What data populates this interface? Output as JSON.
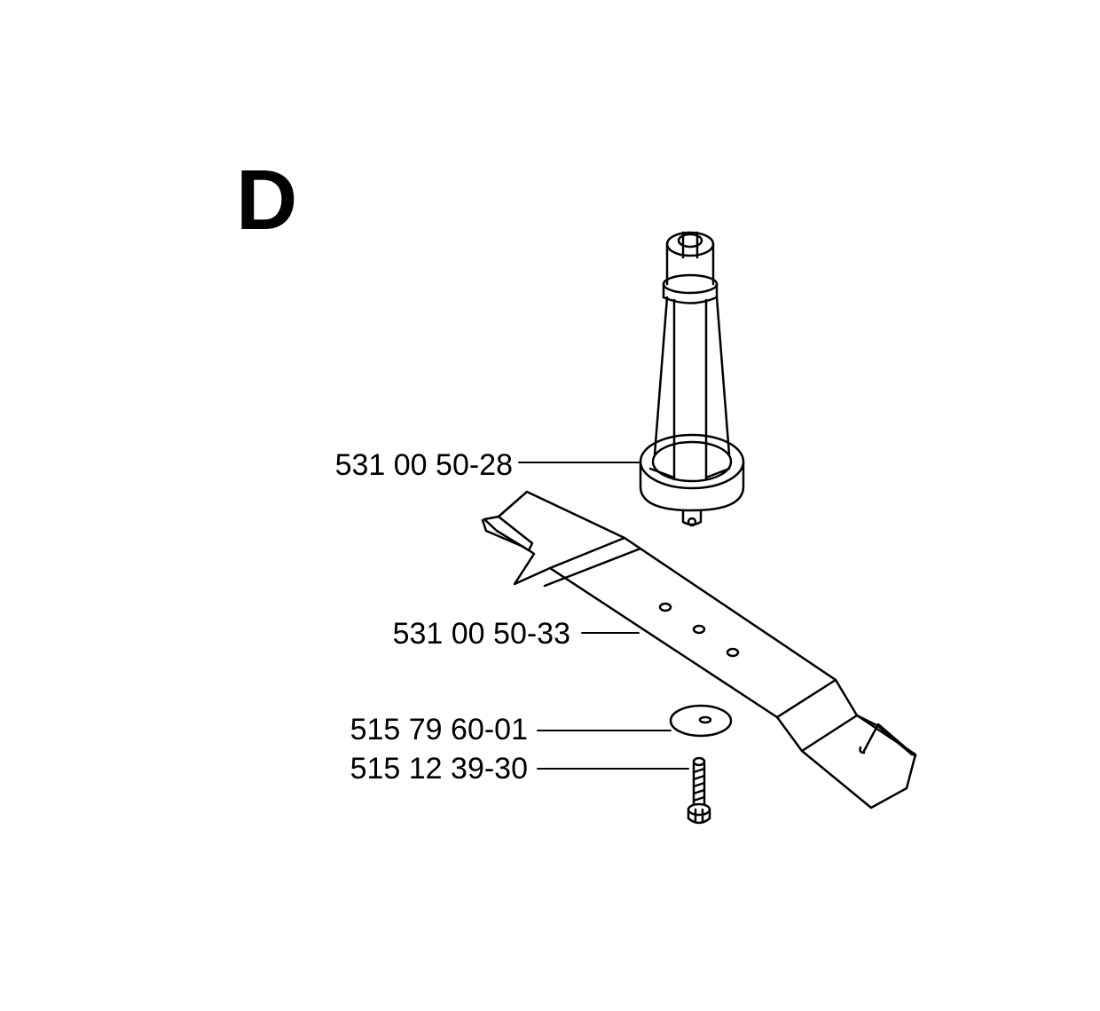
{
  "section": {
    "letter": "D"
  },
  "parts": [
    {
      "part_number": "531 00 50-28",
      "icon": "blade-adapter-hub-icon"
    },
    {
      "part_number": "531 00 50-33",
      "icon": "mower-blade-icon"
    },
    {
      "part_number": "515 79 60-01",
      "icon": "washer-icon"
    },
    {
      "part_number": "515 12 39-30",
      "icon": "bolt-icon"
    }
  ],
  "colors": {
    "line": "#000000",
    "background": "#ffffff"
  }
}
